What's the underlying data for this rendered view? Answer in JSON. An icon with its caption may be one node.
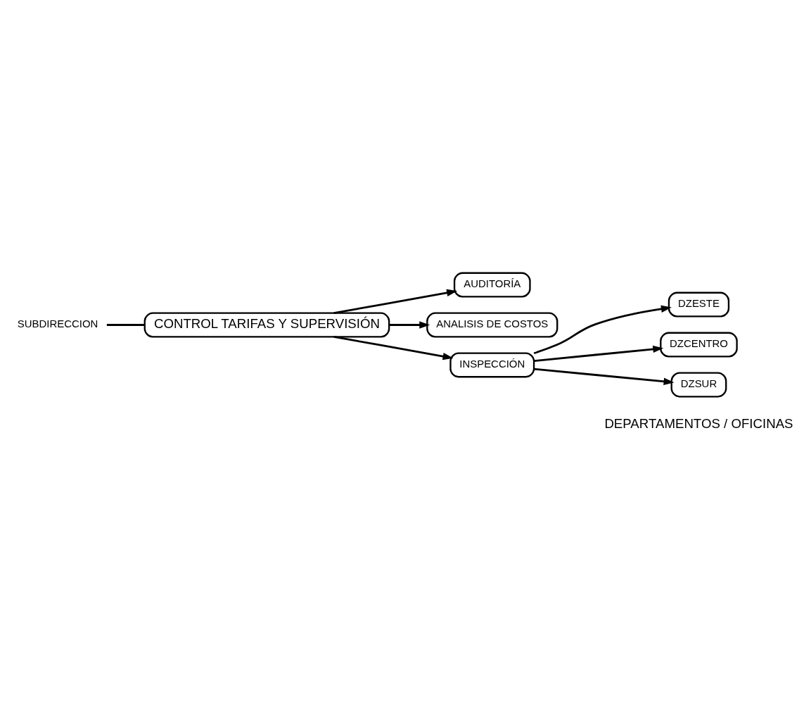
{
  "diagram": {
    "nodes": [
      {
        "text": [
          "SUBDIRECCION"
        ]
      },
      {
        "text": [
          "CONTROL TARIFAS Y SUPERVISIÓN"
        ]
      },
      {
        "text": [
          "AUDITORÍA"
        ]
      },
      {
        "text": [
          "ANALISIS DE COSTOS"
        ]
      },
      {
        "text": [
          "INSPECCIÓN"
        ]
      },
      {
        "text": [
          "DZESTE"
        ]
      },
      {
        "text": [
          "DZCENTRO"
        ]
      },
      {
        "text": [
          "DZSUR"
        ]
      }
    ],
    "edges": [
      {
        "from": 0,
        "to": 1,
        "arrow": "none"
      },
      {
        "from": 1,
        "to": 2,
        "arrow": "to"
      },
      {
        "from": 1,
        "to": 3,
        "arrow": "to"
      },
      {
        "from": 1,
        "to": 4,
        "arrow": "to"
      },
      {
        "from": 4,
        "to": 5,
        "arrow": "to"
      },
      {
        "from": 4,
        "to": 6,
        "arrow": "to"
      },
      {
        "from": 4,
        "to": 7,
        "arrow": "to"
      }
    ],
    "labels": [
      "DEPARTAMENTOS / OFICINAS"
    ]
  }
}
